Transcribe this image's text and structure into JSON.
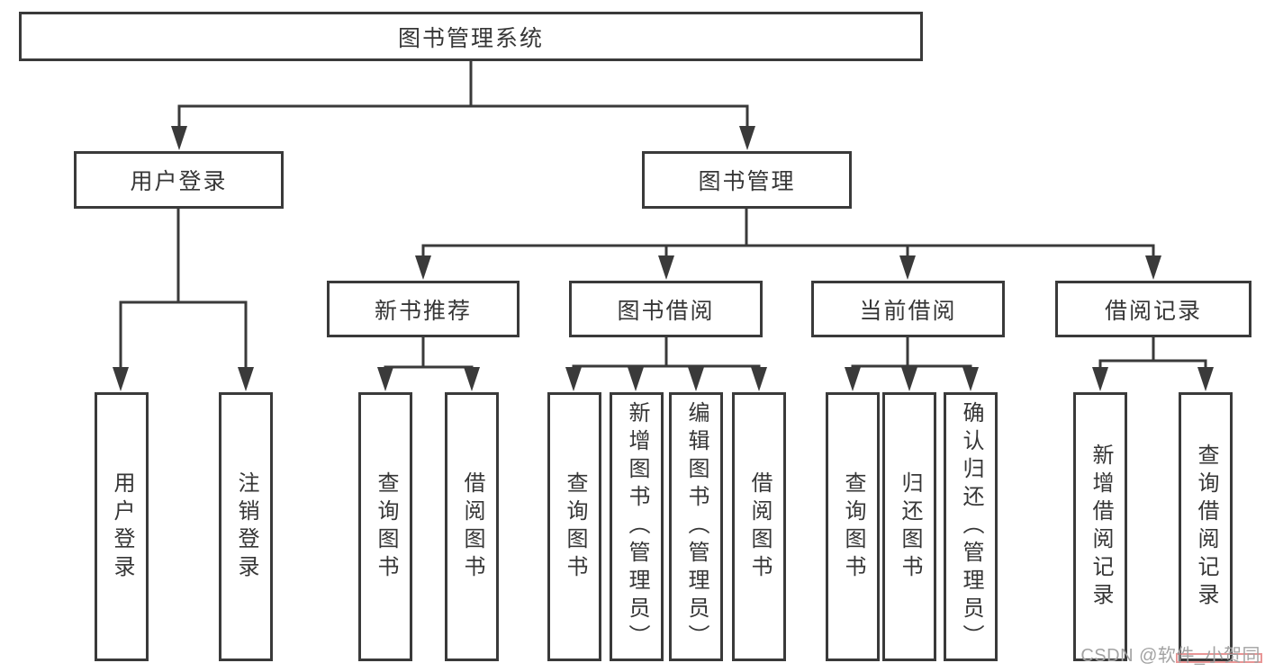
{
  "diagram": {
    "title": "图书管理系统",
    "tree": {
      "label": "图书管理系统",
      "children": [
        {
          "label": "用户登录",
          "children": [
            {
              "label": "用户登录"
            },
            {
              "label": "注销登录"
            }
          ]
        },
        {
          "label": "图书管理",
          "children": [
            {
              "label": "新书推荐",
              "children": [
                {
                  "label": "查询图书"
                },
                {
                  "label": "借阅图书"
                }
              ]
            },
            {
              "label": "图书借阅",
              "children": [
                {
                  "label": "查询图书"
                },
                {
                  "label": "新增图书（管理员）"
                },
                {
                  "label": "编辑图书（管理员）"
                },
                {
                  "label": "借阅图书"
                }
              ]
            },
            {
              "label": "当前借阅",
              "children": [
                {
                  "label": "查询图书"
                },
                {
                  "label": "归还图书"
                },
                {
                  "label": "确认归还（管理员）"
                }
              ]
            },
            {
              "label": "借阅记录",
              "children": [
                {
                  "label": "新增借阅记录"
                },
                {
                  "label": "查询借阅记录"
                }
              ]
            }
          ]
        }
      ]
    },
    "watermark": "CSDN @软件_小贺同学",
    "colors": {
      "line": "#3a3a3a",
      "box_border": "#3a3a3a",
      "box_fill": "#ffffff",
      "text": "#363636",
      "watermark": "#a2a2a2",
      "watermark_accent": "#db5050",
      "background": "#ffffff"
    }
  }
}
